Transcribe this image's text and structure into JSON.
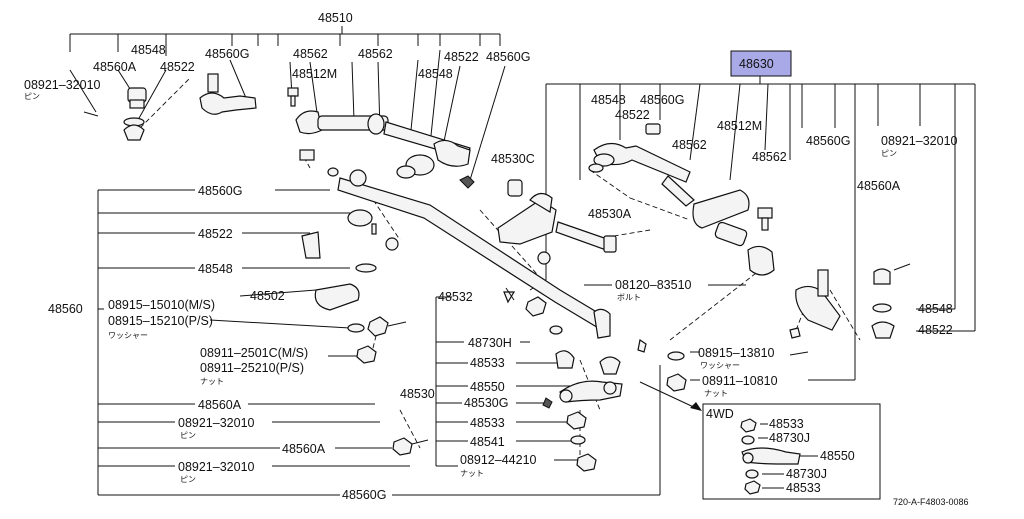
{
  "labels": {
    "p48510": "48510",
    "p48548_tl": "48548",
    "p48560A_tl": "48560A",
    "p48522_tl": "48522",
    "p48560G_tl": "48560G",
    "p48562_a": "48562",
    "p48562_b": "48562",
    "p48512M_l": "48512M",
    "p48548_m": "48548",
    "p48522_m": "48522",
    "p48560G_m": "48560G",
    "bolt_tl": "08921–32010",
    "pin_tl": "ピン",
    "p48630": "48630",
    "p48548_r": "48548",
    "p48560G_r": "48560G",
    "p48522_r": "48522",
    "p48512M_r": "48512M",
    "p48562_r1": "48562",
    "p48562_r2": "48562",
    "p48560G_r2": "48560G",
    "bolt_tr": "08921–32010",
    "pin_tr": "ピン",
    "p48560A_r": "48560A",
    "p48548_rr": "48548",
    "p48522_rr": "48522",
    "p48530C": "48530C",
    "p48530A": "48530A",
    "bolt_m": "08120–83510",
    "bolt_m_jp": "ボルト",
    "p48560G_l": "48560G",
    "p48522_l": "48522",
    "p48548_l": "48548",
    "p48560": "48560",
    "p48502": "48502",
    "washer1": "08915–15010(M/S)",
    "washer2": "08915–15210(P/S)",
    "washer_jp": "ワッシャー",
    "nut1": "08911–2501C(M/S)",
    "nut2": "08911–25210(P/S)",
    "nut_jp": "ナット",
    "p48560A_l": "48560A",
    "bolt_l1": "08921–32010",
    "pin_l1": "ピン",
    "p48560A_l2": "48560A",
    "bolt_l2": "08921–32010",
    "pin_l2": "ピン",
    "p48560G_b": "48560G",
    "p48532": "48532",
    "p48730H": "48730H",
    "p48533": "48533",
    "p48530": "48530",
    "p48550": "48550",
    "p48530G": "48530G",
    "p48533_b": "48533",
    "p48541": "48541",
    "nut_b": "08912–44210",
    "nut_b_jp": "ナット",
    "washer_r": "08915–13810",
    "washer_r_jp": "ワッシャー",
    "nut_r": "08911–10810",
    "nut_r_jp": "ナット",
    "wd_title": "4WD",
    "wd_48533a": "48533",
    "wd_48730J_a": "48730J",
    "wd_48550": "48550",
    "wd_48730J_b": "48730J",
    "wd_48533b": "48533",
    "drawing_code": "720-A-F4803-0086"
  },
  "colors": {
    "highlight": "#a9a9e8"
  }
}
